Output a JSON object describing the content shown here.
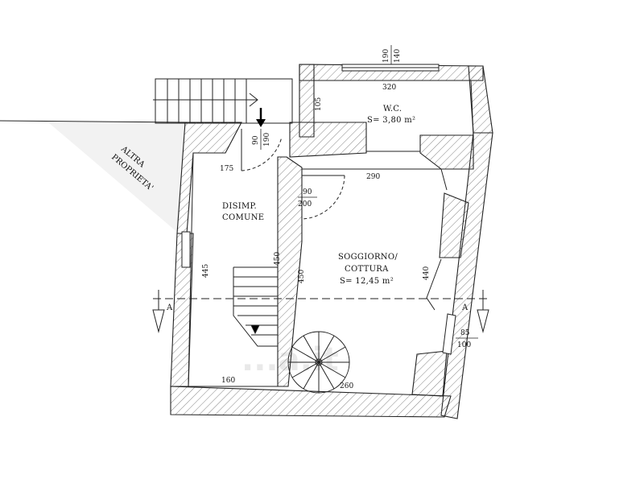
{
  "rooms": {
    "wc": {
      "name": "W.C.",
      "area": "S= 3,80 m²"
    },
    "disimp": {
      "line1": "DISIMP.",
      "line2": "COMUNE"
    },
    "soggiorno": {
      "line1": "SOGGIORNO/",
      "line2": "COTTURA",
      "area": "S= 12,45 m²"
    }
  },
  "labels": {
    "altra": {
      "line1": "ALTRA",
      "line2": "PROPRIETA'"
    },
    "section_left": "A",
    "section_right": "A"
  },
  "dimensions": {
    "top_window_top": "190",
    "top_window_bottom": "140",
    "wc_width": "320",
    "wc_height": "105",
    "door_entry_w": "90",
    "door_entry_h": "190",
    "disimp_top": "175",
    "room_width_top": "290",
    "door_room_w": "90",
    "door_room_h": "200",
    "disimp_height": "445",
    "stair_height": "450",
    "room_height_left": "450",
    "room_height_right": "440",
    "window_right_w": "85",
    "window_right_h": "100",
    "disimp_bottom": "160",
    "room_bottom": "260"
  },
  "watermark": "...a.it",
  "colors": {
    "line": "#1a1a1a",
    "hatch": "#555555"
  }
}
